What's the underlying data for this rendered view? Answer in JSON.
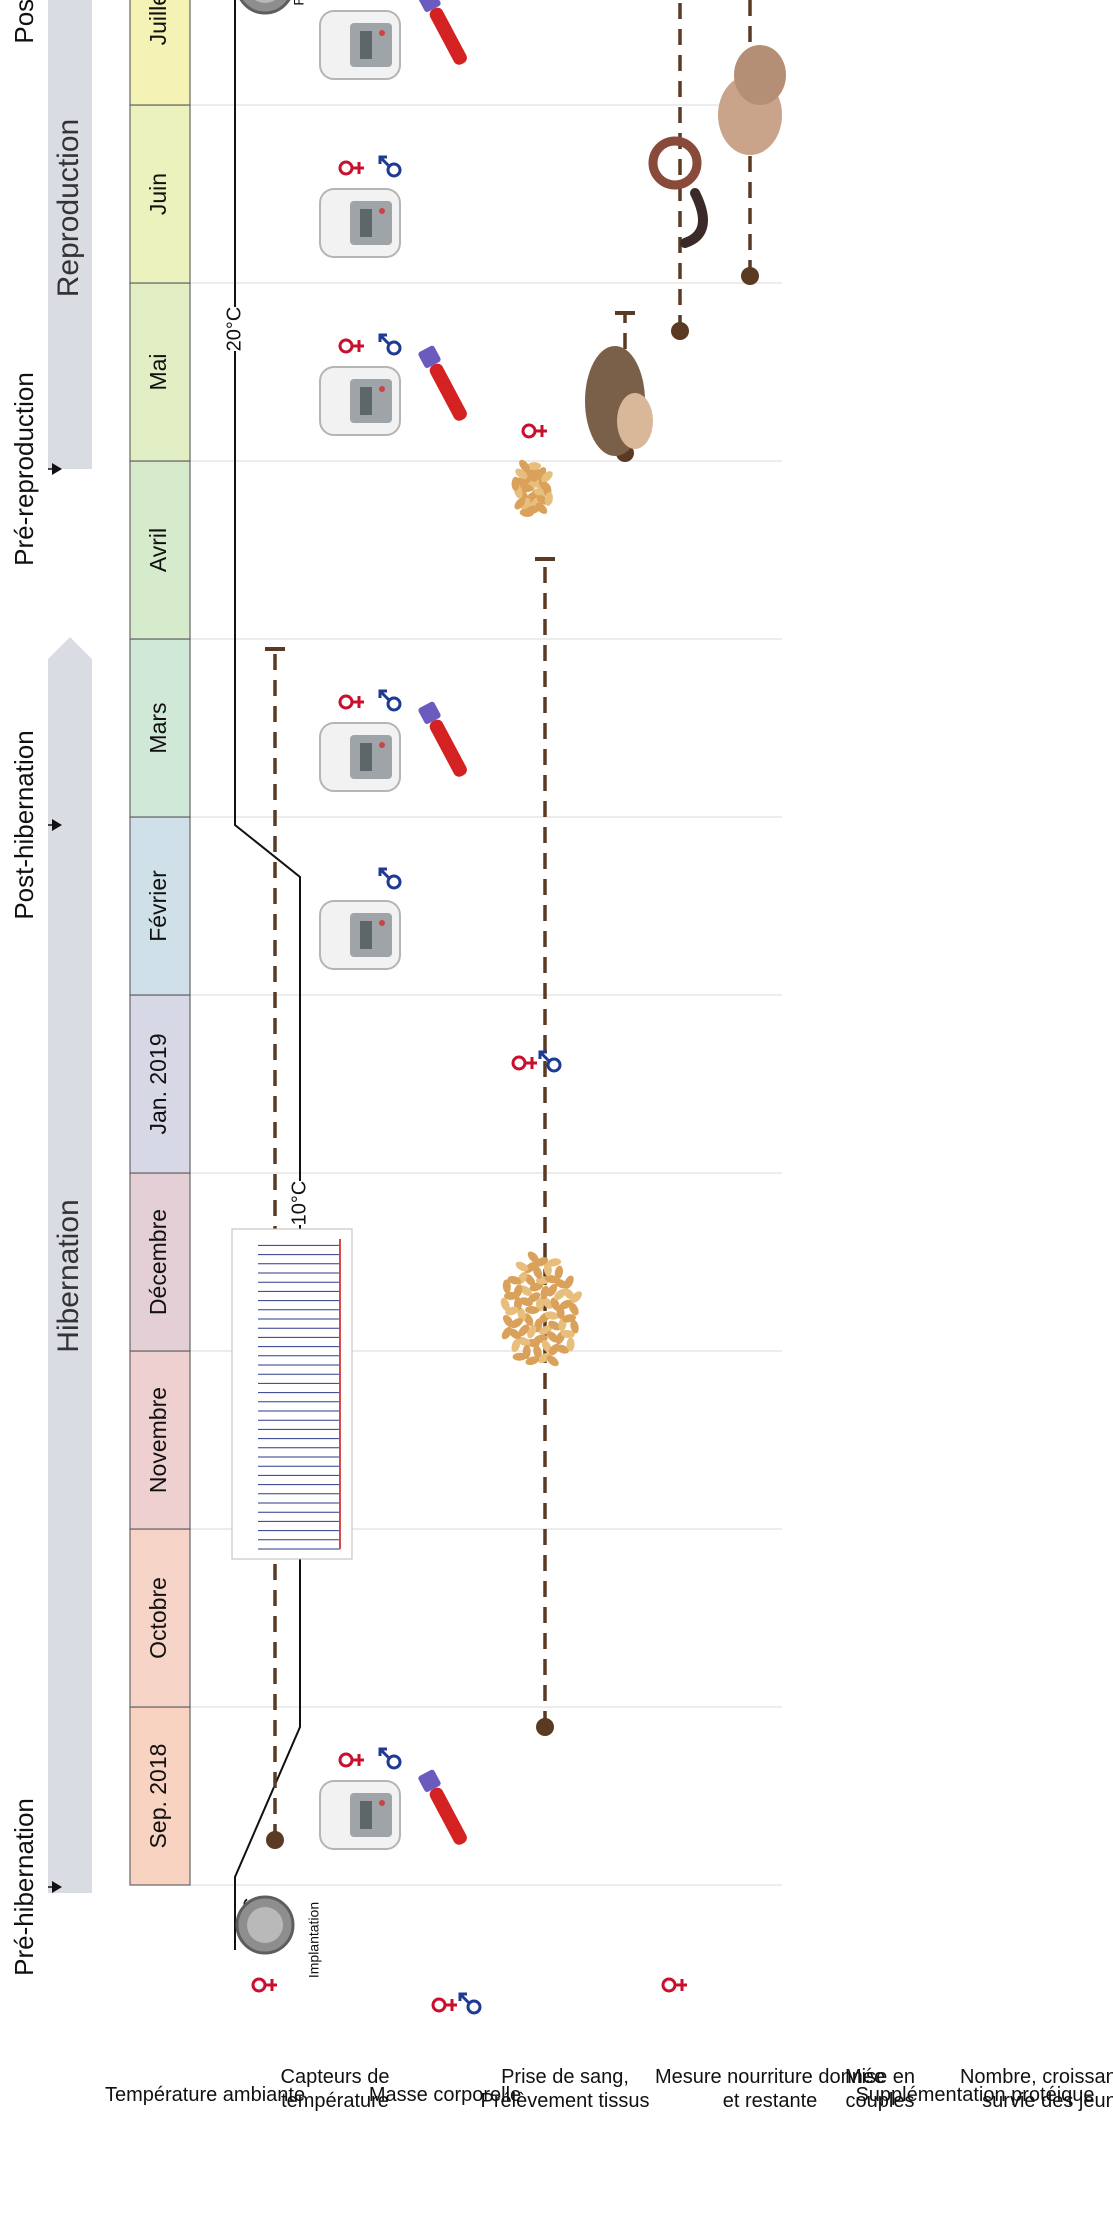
{
  "phases": [
    {
      "label": "Pré-hibernation"
    },
    {
      "label": "Post-hibernation"
    },
    {
      "label": "Pré-reproduction"
    },
    {
      "label": "Post-reproduction"
    }
  ],
  "periods": [
    {
      "label": "Hibernation"
    },
    {
      "label": "Reproduction"
    }
  ],
  "months": [
    {
      "label": "Sep. 2018",
      "color": "#f8d3c2"
    },
    {
      "label": "Octobre",
      "color": "#f6d4c8"
    },
    {
      "label": "Novembre",
      "color": "#edd0cf"
    },
    {
      "label": "Décembre",
      "color": "#e4cfd6"
    },
    {
      "label": "Jan. 2019",
      "color": "#d6d8e6"
    },
    {
      "label": "Février",
      "color": "#cfe0e8"
    },
    {
      "label": "Mars",
      "color": "#cfe8d8"
    },
    {
      "label": "Avril",
      "color": "#d6ebcc"
    },
    {
      "label": "Mai",
      "color": "#e2eec3"
    },
    {
      "label": "Juin",
      "color": "#ecf2bd"
    },
    {
      "label": "Juillet",
      "color": "#f4f3b5"
    }
  ],
  "temperature": {
    "high": "20°C",
    "low": "10°C",
    "mid_high": "20°C"
  },
  "rows": [
    {
      "label": "Température ambiante"
    },
    {
      "label": "Capteurs de température"
    },
    {
      "label": "Masse corporelle"
    },
    {
      "label": "Prise de sang, Prélèvement tissus"
    },
    {
      "label": "Mesure nourriture donnée et restante"
    },
    {
      "label": "Mise en couples"
    },
    {
      "label": "Supplémentation protéique"
    },
    {
      "label": "Nombre, croissance et survie des jeunes"
    }
  ],
  "annotations": {
    "implantation": "Implantation",
    "retrait": "Retrait"
  },
  "colors": {
    "female": "#c8102e",
    "male": "#1f3a93",
    "timeline": "#5a3a22",
    "band": "#d9dde3"
  }
}
